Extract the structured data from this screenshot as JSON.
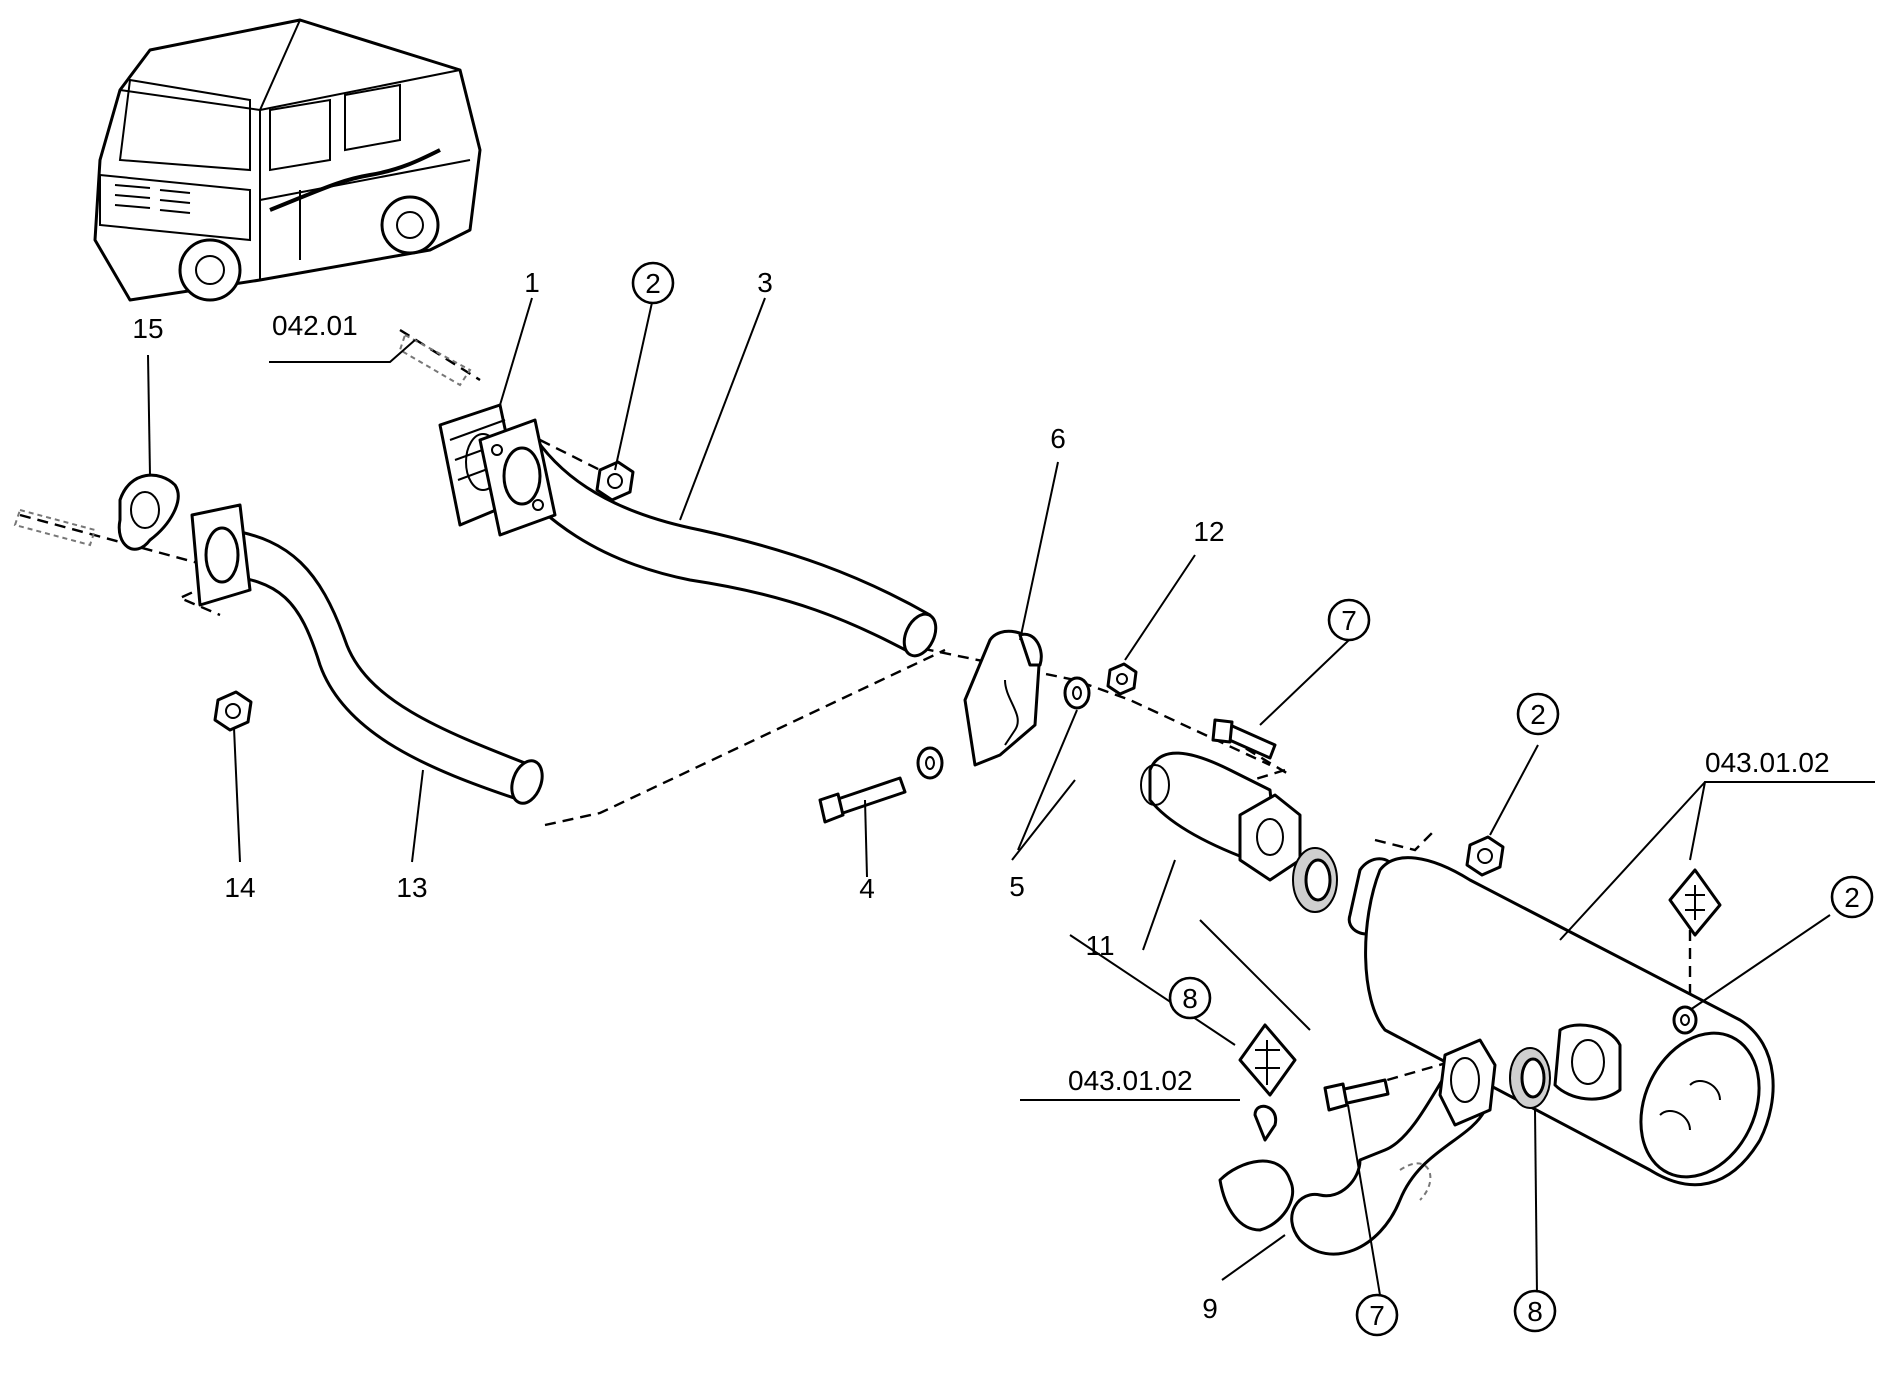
{
  "diagram": {
    "callouts": {
      "c1": "1",
      "c2a": "2",
      "c2b": "2",
      "c2c": "2",
      "c3": "3",
      "c4": "4",
      "c5": "5",
      "c6": "6",
      "c7a": "7",
      "c7b": "7",
      "c8a": "8",
      "c8b": "8",
      "c9": "9",
      "c11": "11",
      "c12": "12",
      "c13": "13",
      "c14": "14",
      "c15": "15"
    },
    "references": {
      "ref_engine": "042.01",
      "ref_hanger_right": "043.01.02",
      "ref_hanger_left": "043.01.02"
    }
  }
}
